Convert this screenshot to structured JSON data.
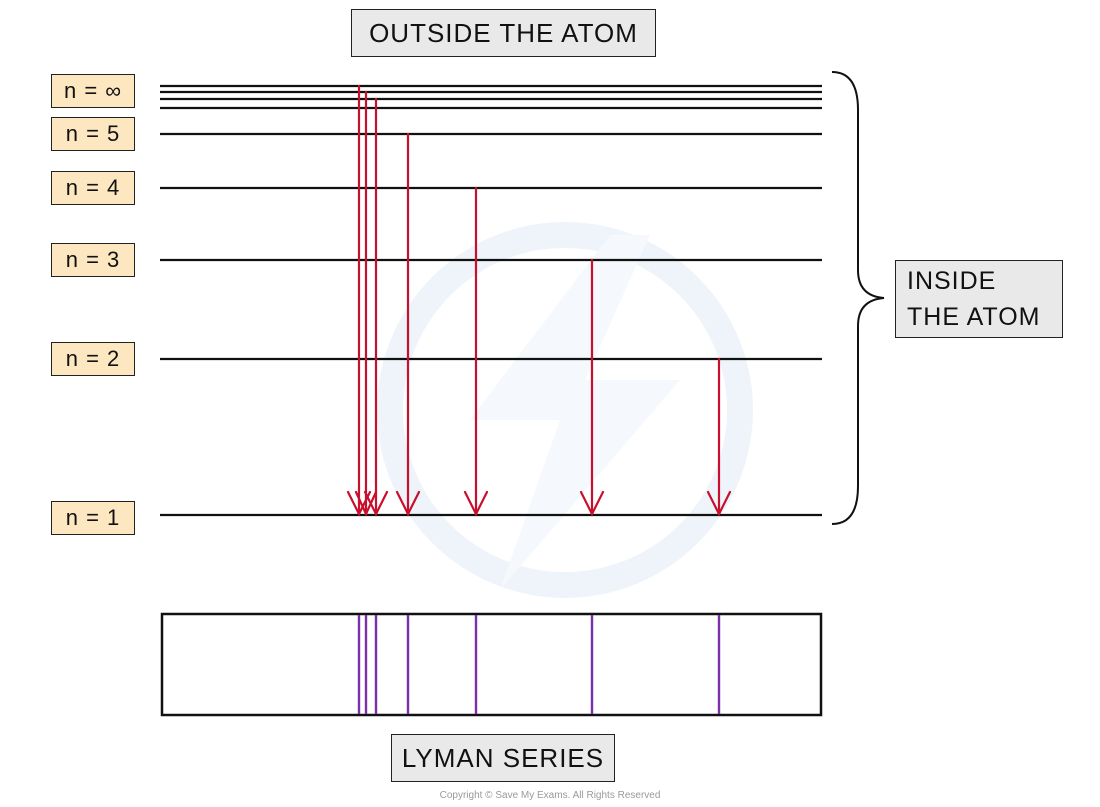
{
  "header": {
    "outside_label": "OUTSIDE THE ATOM"
  },
  "inside_label": {
    "line1": "INSIDE",
    "line2": "THE ATOM"
  },
  "levels": [
    {
      "label": "n = ∞"
    },
    {
      "label": "n = 5"
    },
    {
      "label": "n = 4"
    },
    {
      "label": "n = 3"
    },
    {
      "label": "n = 2"
    },
    {
      "label": "n = 1"
    }
  ],
  "series_label": "LYMAN SERIES",
  "copyright": "Copyright © Save My Exams. All Rights Reserved",
  "colors": {
    "level_line": "#111111",
    "transition_arrow": "#c8102e",
    "spectral_line": "#7b2fa8",
    "label_fill": "#fde7c0",
    "watermark": "#e3ecf7"
  }
}
